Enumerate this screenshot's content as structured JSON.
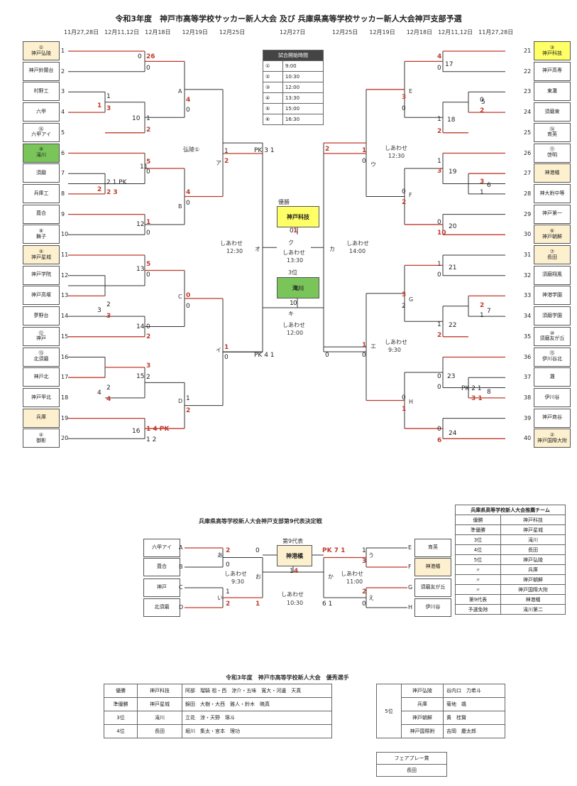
{
  "title": "令和3年度　神戸市高等学校サッカー新人大会 及び 兵庫県高等学校サッカー新人大会神戸支部予選",
  "dates_left": "11月27,28日　12月11,12日　12月18日　　12月19日　　12月25日",
  "dates_center": "12月27日",
  "dates_right": "12月25日　　12月19日　　12月18日　12月11,12日　11月27,28日",
  "times": {
    "header": "試合開始時間",
    "rows": [
      [
        "①",
        "9:00"
      ],
      [
        "②",
        "10:30"
      ],
      [
        "③",
        "12:00"
      ],
      [
        "④",
        "13:30"
      ],
      [
        "⑤",
        "15:00"
      ],
      [
        "⑥",
        "16:30"
      ]
    ]
  },
  "left_teams": [
    {
      "label": "①\n神戸弘陵",
      "hl": "cream"
    },
    {
      "label": "神戸鈴蘭台",
      "hl": ""
    },
    {
      "label": "村野工",
      "hl": ""
    },
    {
      "label": "六甲",
      "hl": ""
    },
    {
      "label": "⑯\n六甲アイ",
      "hl": ""
    },
    {
      "label": "⑨\n滝川",
      "hl": "green"
    },
    {
      "label": "須磨",
      "hl": ""
    },
    {
      "label": "兵庫工",
      "hl": ""
    },
    {
      "label": "葺合",
      "hl": ""
    },
    {
      "label": "⑧\n舞子",
      "hl": ""
    },
    {
      "label": "⑤\n神戸星城",
      "hl": "cream"
    },
    {
      "label": "神戸学院",
      "hl": ""
    },
    {
      "label": "神戸高塚",
      "hl": ""
    },
    {
      "label": "夢野台",
      "hl": ""
    },
    {
      "label": "⑫\n神戸",
      "hl": ""
    },
    {
      "label": "⑬\n北須磨",
      "hl": ""
    },
    {
      "label": "神戸北",
      "hl": ""
    },
    {
      "label": "神戸甲北",
      "hl": ""
    },
    {
      "label": "兵庫",
      "hl": "cream"
    },
    {
      "label": "④\n御影",
      "hl": ""
    }
  ],
  "right_teams": [
    {
      "label": "③\n神戸科技",
      "hl": "yellow"
    },
    {
      "label": "神戸高専",
      "hl": ""
    },
    {
      "label": "東灘",
      "hl": ""
    },
    {
      "label": "須磨東",
      "hl": ""
    },
    {
      "label": "⑭\n育英",
      "hl": ""
    },
    {
      "label": "⑪\n啓明",
      "hl": ""
    },
    {
      "label": "神港橘",
      "hl": "cream"
    },
    {
      "label": "神大附中等",
      "hl": ""
    },
    {
      "label": "神戸第一",
      "hl": ""
    },
    {
      "label": "⑥\n神戸朝鮮",
      "hl": "cream"
    },
    {
      "label": "⑦\n長田",
      "hl": "cream"
    },
    {
      "label": "須磨翔風",
      "hl": ""
    },
    {
      "label": "神港学園",
      "hl": ""
    },
    {
      "label": "須磨学園",
      "hl": ""
    },
    {
      "label": "⑩\n須磨友が丘",
      "hl": ""
    },
    {
      "label": "⑮\n伊川谷北",
      "hl": ""
    },
    {
      "label": "灘",
      "hl": ""
    },
    {
      "label": "伊川谷",
      "hl": ""
    },
    {
      "label": "神戸商谷",
      "hl": ""
    },
    {
      "label": "②\n神戸国際大附",
      "hl": "cream"
    }
  ],
  "left_numbers": [
    "1",
    "2",
    "3",
    "4",
    "5",
    "6",
    "7",
    "8",
    "9",
    "10",
    "11",
    "12",
    "13",
    "14",
    "15",
    "16",
    "17",
    "18",
    "19",
    "20"
  ],
  "right_numbers": [
    "21",
    "22",
    "23",
    "24",
    "25",
    "26",
    "27",
    "28",
    "29",
    "30",
    "31",
    "32",
    "33",
    "34",
    "35",
    "36",
    "37",
    "38",
    "39",
    "40"
  ],
  "labels": {
    "A": "A",
    "B": "B",
    "C": "C",
    "D": "D",
    "E": "E",
    "F": "F",
    "G": "G",
    "H": "H",
    "a": "ア",
    "i": "イ",
    "u": "ウ",
    "e": "エ",
    "o": "オ",
    "ka": "カ",
    "ku": "ク",
    "ki": "キ",
    "kouryo1": "弘陵①",
    "shiawase": "しあわせ",
    "t1230": "12:30",
    "t1330": "13:30",
    "t1400": "14:00",
    "t1200": "12:00",
    "t930": "9:30",
    "pk": "PK"
  },
  "champion_label": "優勝",
  "champion": "神戸科技",
  "third_label": "3位",
  "third": "滝川",
  "sub_title": "兵庫県高等学校新人大会神戸支部第9代表決定戦",
  "sub_left": [
    {
      "label": "六甲アイ",
      "n": "A"
    },
    {
      "label": "葺合",
      "n": "B"
    },
    {
      "label": "神戸",
      "n": "C"
    },
    {
      "label": "北須磨",
      "n": "D"
    }
  ],
  "sub_right": [
    {
      "label": "育英",
      "n": "E"
    },
    {
      "label": "神港橘",
      "n": "F"
    },
    {
      "label": "須磨友が丘",
      "n": "G"
    },
    {
      "label": "伊川谷",
      "n": "H"
    }
  ],
  "sub_center_label": "第9代表",
  "sub_center": "神港橘",
  "sub_labels": {
    "a": "あ",
    "i": "い",
    "u": "う",
    "e": "え",
    "o": "お",
    "ka": "か",
    "t930": "9:30",
    "t1100": "11:00",
    "t1030": "10:30"
  },
  "rec": {
    "header": "兵庫県高等学校新人大会推薦チーム",
    "rows": [
      [
        "優勝",
        "神戸科技"
      ],
      [
        "準優勝",
        "神戸星城"
      ],
      [
        "3位",
        "滝川"
      ],
      [
        "4位",
        "長田"
      ],
      [
        "5位",
        "神戸弘陵"
      ],
      [
        "〃",
        "兵庫"
      ],
      [
        "〃",
        "神戸朝鮮"
      ],
      [
        "〃",
        "神戸国際大附"
      ],
      [
        "第9代表",
        "神港橘"
      ],
      [
        "予選免除",
        "滝川第二"
      ]
    ]
  },
  "best_title": "令和3年度　神戸市高等学校新人大会　優秀選手",
  "best": [
    [
      "優勝",
      "神戸科技",
      "阿部　瑠騎 祖・西　涼介・五味　寛大・河邊　天真"
    ],
    [
      "準優勝",
      "神戸星城",
      "錦田　大樹・大西　雅人・鈴木　暁真"
    ],
    [
      "3位",
      "滝川",
      "立花　涼・天野　琢斗"
    ],
    [
      "4位",
      "長田",
      "堀川　集太・宮本　理功"
    ]
  ],
  "best5_label": "5位",
  "best5": [
    [
      "神戸弘陵",
      "谷内口　力希斗"
    ],
    [
      "兵庫",
      "菊地　颯"
    ],
    [
      "神戸朝鮮",
      "黄　桂賢"
    ],
    [
      "神戸国際附",
      "吉岡　慶太郎"
    ]
  ],
  "fairplay_label": "フェアプレー賞",
  "fairplay": "長田"
}
